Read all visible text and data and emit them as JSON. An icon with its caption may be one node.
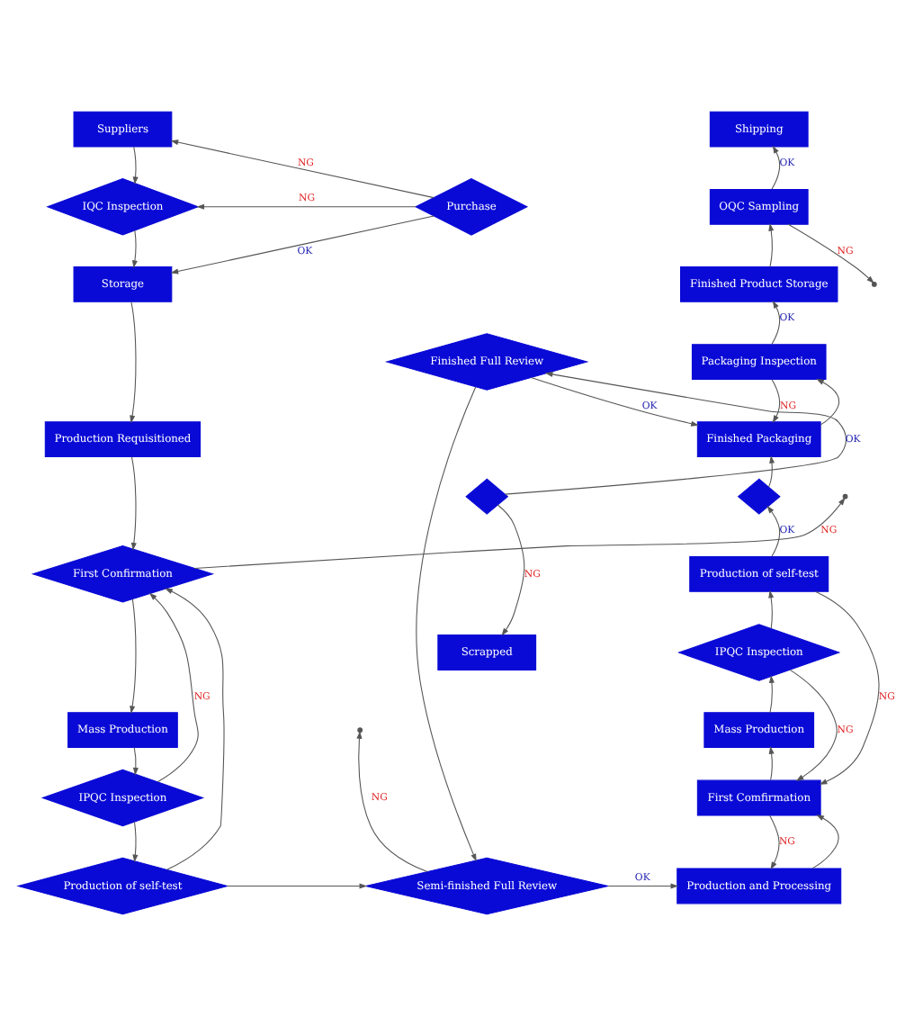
{
  "diagram": {
    "nodes": [
      {
        "text": [
          "Suppliers"
        ]
      },
      {
        "text": [
          "Purchase"
        ]
      },
      {
        "text": [
          "IQC Inspection"
        ]
      },
      {
        "text": [
          "Storage"
        ]
      },
      {
        "text": [
          "Production Requisitioned"
        ]
      },
      {
        "text": [
          "First Confirmation"
        ]
      },
      {
        "text": [
          "Mass Production"
        ]
      },
      {
        "text": [
          "IPQC Inspection"
        ]
      },
      {
        "text": [
          "Production of self-test"
        ]
      },
      {
        "text": [
          "Semi-finished Full Review"
        ]
      },
      {
        "text": [
          "Finished Full Review"
        ]
      },
      {
        "text": [],
        "shape": "diamond"
      },
      {
        "text": [
          "Scrapped"
        ]
      },
      {
        "text": [
          "Shipping"
        ]
      },
      {
        "text": [
          "OQC Sampling"
        ]
      },
      {
        "text": [
          "Finished Product Storage"
        ]
      },
      {
        "text": [
          "Packaging Inspection"
        ]
      },
      {
        "text": [
          "Finished Packaging"
        ]
      },
      {
        "text": [],
        "shape": "diamond"
      },
      {
        "text": [
          "Production of self-test"
        ]
      },
      {
        "text": [
          "IPQC Inspection"
        ]
      },
      {
        "text": [
          "Mass Production"
        ]
      },
      {
        "text": [
          "First Comfirmation"
        ]
      },
      {
        "text": [
          "Production and Processing"
        ]
      }
    ],
    "edges": [
      {
        "from": 1,
        "to": 0,
        "arrow": "to",
        "label": "NG"
      },
      {
        "from": 1,
        "to": 2,
        "arrow": "to",
        "label": "NG"
      },
      {
        "from": 1,
        "to": 3,
        "arrow": "to",
        "label": "OK"
      },
      {
        "from": 0,
        "to": 2,
        "arrow": "to"
      },
      {
        "from": 2,
        "to": 3,
        "arrow": "to"
      },
      {
        "from": 3,
        "to": 4,
        "arrow": "to"
      },
      {
        "from": 4,
        "to": 5,
        "arrow": "to"
      },
      {
        "from": 5,
        "to": null,
        "arrow": "to",
        "label": "NG"
      },
      {
        "from": 5,
        "to": 6,
        "arrow": "to"
      },
      {
        "from": 6,
        "to": 7,
        "arrow": "to"
      },
      {
        "from": 7,
        "to": 5,
        "arrow": "to",
        "label": "NG"
      },
      {
        "from": 8,
        "to": 5,
        "arrow": "to"
      },
      {
        "from": 7,
        "to": 8,
        "arrow": "to"
      },
      {
        "from": 8,
        "to": 9,
        "arrow": "to"
      },
      {
        "from": 10,
        "to": 9,
        "arrow": "to"
      },
      {
        "from": 9,
        "to": null,
        "arrow": "to",
        "label": "NG"
      },
      {
        "from": 9,
        "to": 23,
        "arrow": "to",
        "label": "OK"
      },
      {
        "from": 11,
        "to": 10,
        "arrow": "to",
        "label": "OK"
      },
      {
        "from": 11,
        "to": 12,
        "arrow": "to",
        "label": "NG"
      },
      {
        "from": 10,
        "to": 17,
        "arrow": "to",
        "label": "OK"
      },
      {
        "from": 23,
        "to": 22,
        "arrow": "to"
      },
      {
        "from": 22,
        "to": 23,
        "arrow": "to",
        "label": "NG"
      },
      {
        "from": 22,
        "to": 21,
        "arrow": "to"
      },
      {
        "from": 21,
        "to": 20,
        "arrow": "to"
      },
      {
        "from": 20,
        "to": 19,
        "arrow": "to"
      },
      {
        "from": 20,
        "to": 22,
        "arrow": "to",
        "label": "NG"
      },
      {
        "from": 19,
        "to": 22,
        "arrow": "to",
        "label": "NG"
      },
      {
        "from": 19,
        "to": 18,
        "arrow": "to",
        "label": "OK"
      },
      {
        "from": 18,
        "to": 17,
        "arrow": "to"
      },
      {
        "from": 17,
        "to": 16,
        "arrow": "to"
      },
      {
        "from": 16,
        "to": 17,
        "arrow": "to",
        "label": "NG"
      },
      {
        "from": 16,
        "to": 15,
        "arrow": "to",
        "label": "OK"
      },
      {
        "from": 15,
        "to": 14,
        "arrow": "to"
      },
      {
        "from": 14,
        "to": 13,
        "arrow": "to",
        "label": "OK"
      },
      {
        "from": 14,
        "to": null,
        "arrow": "to",
        "label": "NG"
      }
    ]
  }
}
